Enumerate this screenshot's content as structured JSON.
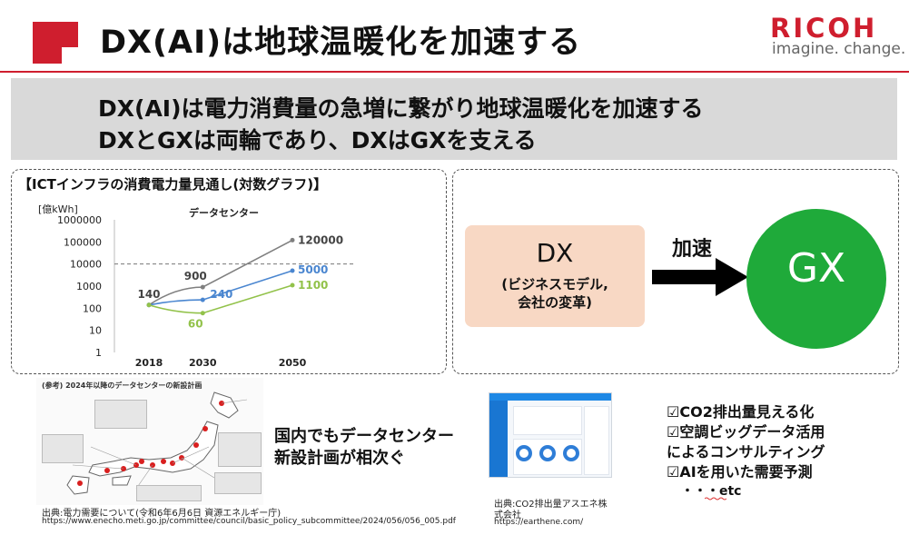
{
  "header": {
    "title": "DX(AI)は地球温暖化を加速する",
    "brand": "RICOH",
    "tagline": "imagine. change.",
    "accent_color": "#cf1e2e"
  },
  "banner": {
    "line1": "DX(AI)は電力消費量の急増に繋がり地球温暖化を加速する",
    "line2": "DXとGXは両輪であり、DXはGXを支える"
  },
  "chart_section": {
    "heading": "【ICTインフラの消費電力量見通し(対数グラフ)】"
  },
  "chart_data": {
    "type": "line",
    "title": "データセンター",
    "ylabel": "[億kWh]",
    "y_scale": "log",
    "ylim": [
      1,
      1000000
    ],
    "y_ticks": [
      "1000000",
      "100000",
      "10000",
      "1000",
      "100",
      "10",
      "1"
    ],
    "x_ticks": [
      "2018",
      "2030",
      "2050"
    ],
    "reference_line": 10000,
    "grid": false,
    "series": [
      {
        "color": "#7f7f7f",
        "points": [
          [
            2018,
            140
          ],
          [
            2030,
            900
          ],
          [
            2050,
            120000
          ]
        ],
        "labels": [
          "140",
          "900",
          "120000"
        ]
      },
      {
        "color": "#4a86d0",
        "points": [
          [
            2018,
            140
          ],
          [
            2030,
            240
          ],
          [
            2050,
            5000
          ]
        ],
        "labels": [
          "",
          "240",
          "5000"
        ]
      },
      {
        "color": "#92c24a",
        "points": [
          [
            2018,
            140
          ],
          [
            2030,
            60
          ],
          [
            2050,
            1100
          ]
        ],
        "labels": [
          "",
          "60",
          "1100"
        ]
      }
    ]
  },
  "acceleration": {
    "dx_title": "DX",
    "dx_sub1": "(ビジネスモデル,",
    "dx_sub2": "会社の変革)",
    "arrow_label": "加速",
    "gx_label": "GX",
    "gx_color": "#1faa3a",
    "dx_color": "#f8d8c4"
  },
  "datacenter": {
    "map_caption": "(参考) 2024年以降のデータセンターの新設計画",
    "text_line1": "国内でもデータセンター",
    "text_line2": "新設計画が相次ぐ",
    "source_line1": "出典:電力需要について(令和6年6月6日 資源エネルギー庁)",
    "source_line2": "https://www.enecho.meti.go.jp/committee/council/basic_policy_subcommittee/2024/056/056_005.pdf"
  },
  "solution": {
    "source_line1": "出典:CO2排出量アスエネ株",
    "source_line2": "式会社",
    "source_line3": "https://earthene.com/",
    "items": [
      "☑CO2排出量見える化",
      "☑空調ビッグデータ活用",
      " によるコンサルティング",
      "☑AIを用いた需要予測"
    ],
    "etc": "・・・etc"
  }
}
